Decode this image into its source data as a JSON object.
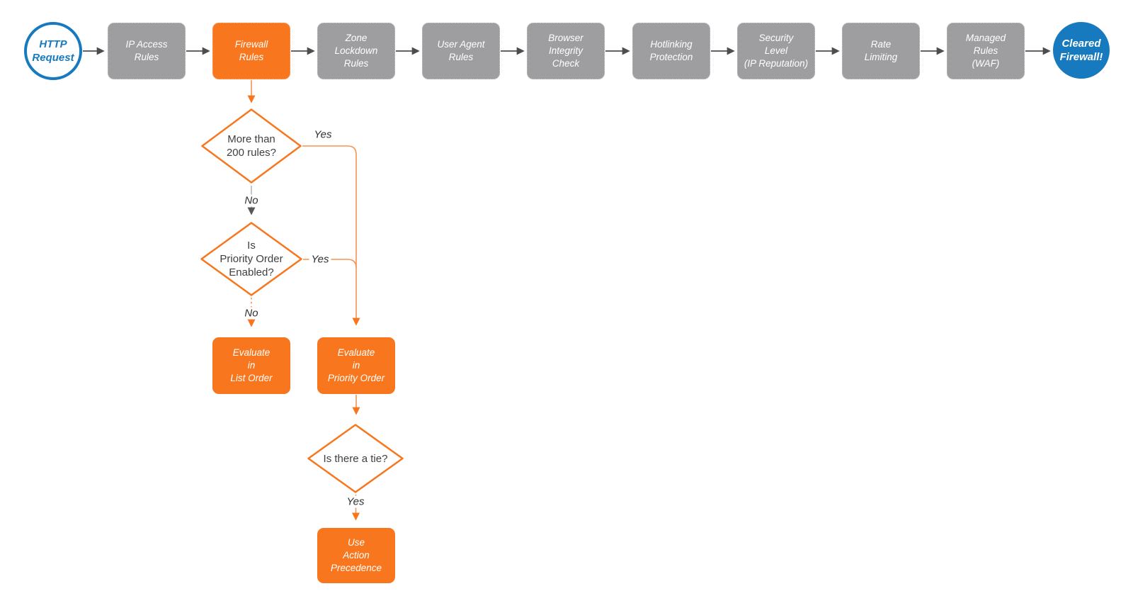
{
  "colors": {
    "accent_orange": "#F8771E",
    "connector_orange": "#F79252",
    "node_gray": "#9E9EA0",
    "brand_blue": "#1779BE",
    "connector_dark": "#4D4D4F",
    "node_text": "#FFFFFF",
    "decision_text": "#3F3F3F"
  },
  "diagram": {
    "start_node": {
      "label": "HTTP\nRequest"
    },
    "pipeline": [
      {
        "label": "IP Access\nRules"
      },
      {
        "label": "Firewall\nRules",
        "highlighted": true
      },
      {
        "label": "Zone\nLockdown\nRules"
      },
      {
        "label": "User Agent\nRules"
      },
      {
        "label": "Browser\nIntegrity\nCheck"
      },
      {
        "label": "Hotlinking\nProtection"
      },
      {
        "label": "Security\nLevel\n(IP Reputation)"
      },
      {
        "label": "Rate\nLimiting"
      },
      {
        "label": "Managed\nRules\n(WAF)"
      }
    ],
    "end_node": {
      "label": "Cleared\nFirewall!"
    },
    "branch": {
      "decision_200_rules": {
        "text": "More than\n200 rules?",
        "yes_label": "Yes",
        "no_label": "No"
      },
      "decision_priority_enabled": {
        "text": "Is\nPriority Order\nEnabled?",
        "yes_label": "Yes",
        "no_label": "No"
      },
      "evaluate_list_order": {
        "text": "Evaluate\nin\nList Order"
      },
      "evaluate_priority_order": {
        "text": "Evaluate\nin\nPriority Order"
      },
      "decision_tie": {
        "text": "Is there a tie?",
        "yes_label": "Yes"
      },
      "use_action_precedence": {
        "text": "Use\nAction\nPrecedence"
      }
    }
  }
}
